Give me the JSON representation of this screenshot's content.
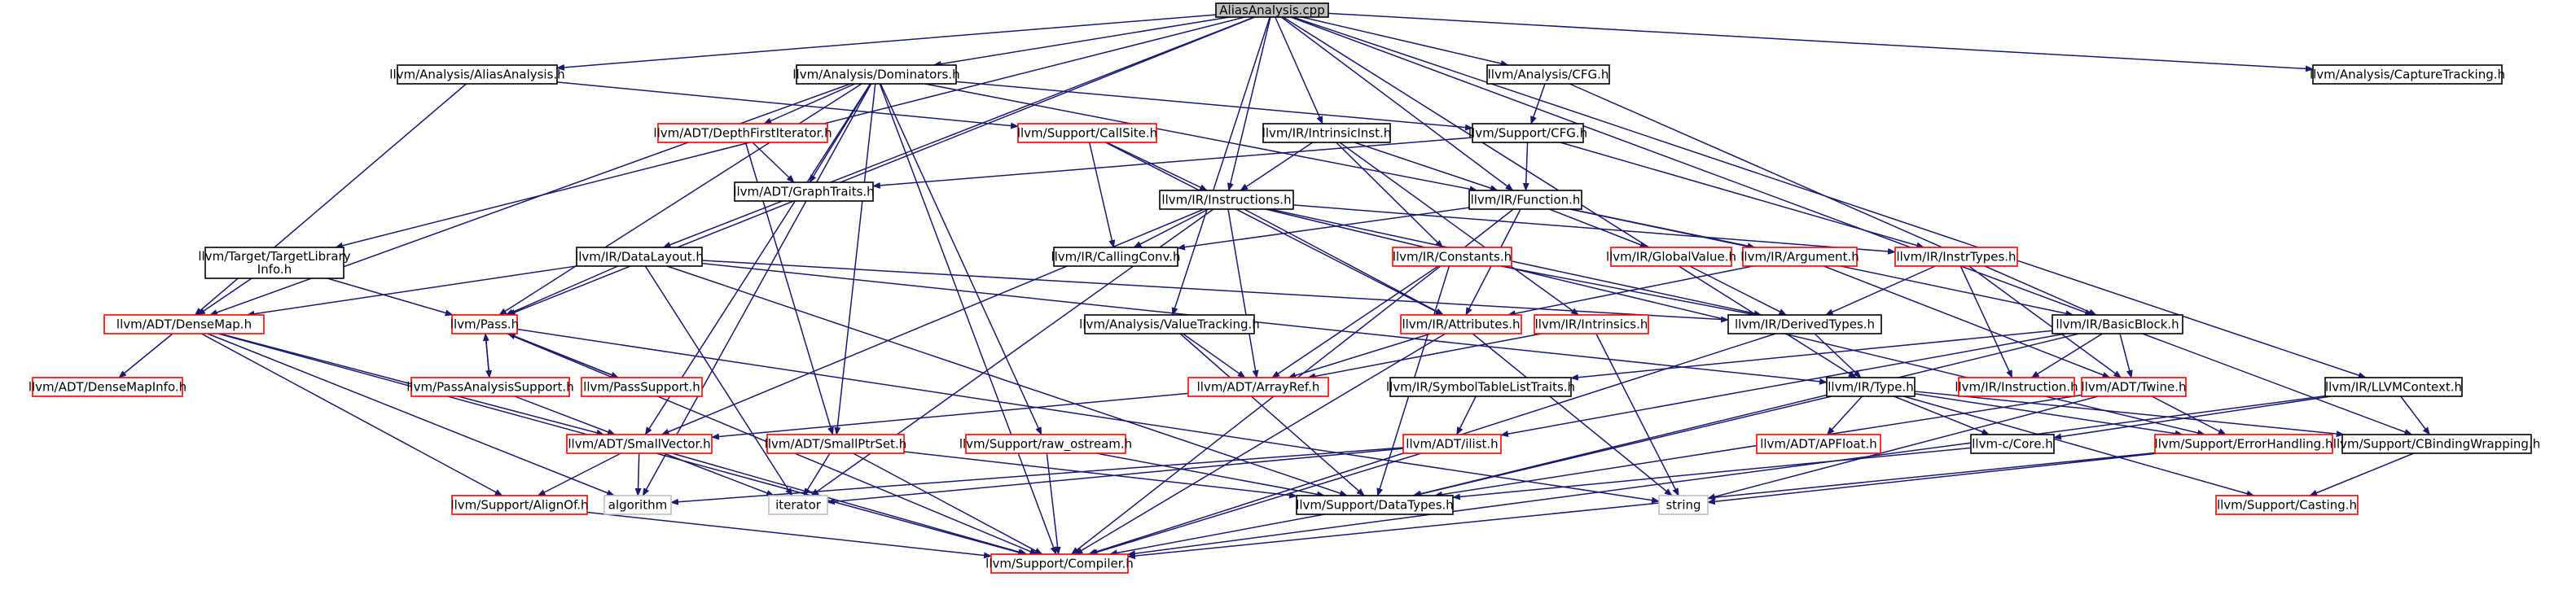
{
  "colors": {
    "edge": "#191970",
    "node_black": "#000000",
    "node_red": "#ff0000",
    "node_gray": "#bfbfbf",
    "root_fill": "#bfbfbf",
    "background": "#ffffff"
  },
  "nodes": [
    {
      "id": "root",
      "label": "AliasAnalysis.cpp",
      "style": "root"
    },
    {
      "id": "aa_h",
      "label": "llvm/Analysis/AliasAnalysis.h",
      "style": "black"
    },
    {
      "id": "dom",
      "label": "llvm/Analysis/Dominators.h",
      "style": "black"
    },
    {
      "id": "cfg_a",
      "label": "llvm/Analysis/CFG.h",
      "style": "black"
    },
    {
      "id": "capt",
      "label": "llvm/Analysis/CaptureTracking.h",
      "style": "black"
    },
    {
      "id": "dfi",
      "label": "llvm/ADT/DepthFirstIterator.h",
      "style": "red"
    },
    {
      "id": "callsite",
      "label": "llvm/Support/CallSite.h",
      "style": "red"
    },
    {
      "id": "intrinst",
      "label": "llvm/IR/IntrinsicInst.h",
      "style": "black"
    },
    {
      "id": "cfg_s",
      "label": "llvm/Support/CFG.h",
      "style": "black"
    },
    {
      "id": "graphtr",
      "label": "llvm/ADT/GraphTraits.h",
      "style": "black"
    },
    {
      "id": "instr",
      "label": "llvm/IR/Instructions.h",
      "style": "black"
    },
    {
      "id": "function",
      "label": "llvm/IR/Function.h",
      "style": "black"
    },
    {
      "id": "tli",
      "label": "llvm/Target/TargetLibrary\nInfo.h",
      "style": "black"
    },
    {
      "id": "datalayout",
      "label": "llvm/IR/DataLayout.h",
      "style": "black"
    },
    {
      "id": "callconv",
      "label": "llvm/IR/CallingConv.h",
      "style": "black"
    },
    {
      "id": "constants",
      "label": "llvm/IR/Constants.h",
      "style": "red"
    },
    {
      "id": "globalval",
      "label": "llvm/IR/GlobalValue.h",
      "style": "red"
    },
    {
      "id": "argument",
      "label": "llvm/IR/Argument.h",
      "style": "red"
    },
    {
      "id": "instrtypes",
      "label": "llvm/IR/InstrTypes.h",
      "style": "red"
    },
    {
      "id": "densemap",
      "label": "llvm/ADT/DenseMap.h",
      "style": "red"
    },
    {
      "id": "pass",
      "label": "llvm/Pass.h",
      "style": "red"
    },
    {
      "id": "valuetrack",
      "label": "llvm/Analysis/ValueTracking.h",
      "style": "black"
    },
    {
      "id": "attributes",
      "label": "llvm/IR/Attributes.h",
      "style": "red"
    },
    {
      "id": "intrinsics",
      "label": "llvm/IR/Intrinsics.h",
      "style": "red"
    },
    {
      "id": "derived",
      "label": "llvm/IR/DerivedTypes.h",
      "style": "black"
    },
    {
      "id": "basicblock",
      "label": "llvm/IR/BasicBlock.h",
      "style": "black"
    },
    {
      "id": "densemapinfo",
      "label": "llvm/ADT/DenseMapInfo.h",
      "style": "red"
    },
    {
      "id": "pas",
      "label": "llvm/PassAnalysisSupport.h",
      "style": "red"
    },
    {
      "id": "passsupport",
      "label": "llvm/PassSupport.h",
      "style": "red"
    },
    {
      "id": "arrayref",
      "label": "llvm/ADT/ArrayRef.h",
      "style": "red"
    },
    {
      "id": "symtab",
      "label": "llvm/IR/SymbolTableListTraits.h",
      "style": "black"
    },
    {
      "id": "type",
      "label": "llvm/IR/Type.h",
      "style": "black"
    },
    {
      "id": "instruction",
      "label": "llvm/IR/Instruction.h",
      "style": "red"
    },
    {
      "id": "twine",
      "label": "llvm/ADT/Twine.h",
      "style": "red"
    },
    {
      "id": "llvmctx",
      "label": "llvm/IR/LLVMContext.h",
      "style": "black"
    },
    {
      "id": "smallvec",
      "label": "llvm/ADT/SmallVector.h",
      "style": "red"
    },
    {
      "id": "smallptr",
      "label": "llvm/ADT/SmallPtrSet.h",
      "style": "red"
    },
    {
      "id": "rawos",
      "label": "llvm/Support/raw_ostream.h",
      "style": "red"
    },
    {
      "id": "ilist",
      "label": "llvm/ADT/ilist.h",
      "style": "red"
    },
    {
      "id": "apfloat",
      "label": "llvm/ADT/APFloat.h",
      "style": "red"
    },
    {
      "id": "ccore",
      "label": "llvm-c/Core.h",
      "style": "black"
    },
    {
      "id": "errhand",
      "label": "llvm/Support/ErrorHandling.h",
      "style": "red"
    },
    {
      "id": "cbind",
      "label": "llvm/Support/CBindingWrapping.h",
      "style": "black"
    },
    {
      "id": "alignof",
      "label": "llvm/Support/AlignOf.h",
      "style": "red"
    },
    {
      "id": "algorithm",
      "label": "algorithm",
      "style": "gray"
    },
    {
      "id": "iterator",
      "label": "iterator",
      "style": "gray"
    },
    {
      "id": "datatypes",
      "label": "llvm/Support/DataTypes.h",
      "style": "black"
    },
    {
      "id": "string",
      "label": "string",
      "style": "gray"
    },
    {
      "id": "casting",
      "label": "llvm/Support/Casting.h",
      "style": "red"
    },
    {
      "id": "compiler",
      "label": "llvm/Support/Compiler.h",
      "style": "red"
    }
  ],
  "edges": [
    [
      "root",
      "aa_h"
    ],
    [
      "root",
      "dom"
    ],
    [
      "root",
      "cfg_a"
    ],
    [
      "root",
      "capt"
    ],
    [
      "root",
      "intrinst"
    ],
    [
      "root",
      "instr"
    ],
    [
      "root",
      "function"
    ],
    [
      "root",
      "tli"
    ],
    [
      "root",
      "datalayout"
    ],
    [
      "root",
      "pass"
    ],
    [
      "root",
      "valuetrack"
    ],
    [
      "root",
      "basicblock"
    ],
    [
      "root",
      "type"
    ],
    [
      "root",
      "llvmctx"
    ],
    [
      "aa_h",
      "callsite"
    ],
    [
      "aa_h",
      "densemap"
    ],
    [
      "dom",
      "dfi"
    ],
    [
      "dom",
      "graphtr"
    ],
    [
      "dom",
      "cfg_s"
    ],
    [
      "dom",
      "function"
    ],
    [
      "dom",
      "pass"
    ],
    [
      "dom",
      "densemap"
    ],
    [
      "dom",
      "smallvec"
    ],
    [
      "dom",
      "smallptr"
    ],
    [
      "dom",
      "rawos"
    ],
    [
      "dom",
      "compiler"
    ],
    [
      "dom",
      "algorithm"
    ],
    [
      "cfg_a",
      "cfg_s"
    ],
    [
      "cfg_a",
      "basicblock"
    ],
    [
      "dfi",
      "graphtr"
    ],
    [
      "dfi",
      "smallptr"
    ],
    [
      "callsite",
      "instr"
    ],
    [
      "callsite",
      "callconv"
    ],
    [
      "callsite",
      "attributes"
    ],
    [
      "intrinst",
      "instr"
    ],
    [
      "intrinst",
      "function"
    ],
    [
      "intrinst",
      "constants"
    ],
    [
      "intrinst",
      "intrinsics"
    ],
    [
      "cfg_s",
      "function"
    ],
    [
      "cfg_s",
      "graphtr"
    ],
    [
      "cfg_s",
      "instrtypes"
    ],
    [
      "instr",
      "callconv"
    ],
    [
      "instr",
      "instrtypes"
    ],
    [
      "instr",
      "derived"
    ],
    [
      "instr",
      "attributes"
    ],
    [
      "instr",
      "arrayref"
    ],
    [
      "instr",
      "smallvec"
    ],
    [
      "instr",
      "errhand"
    ],
    [
      "instr",
      "iterator"
    ],
    [
      "function",
      "callconv"
    ],
    [
      "function",
      "globalval"
    ],
    [
      "function",
      "argument"
    ],
    [
      "function",
      "basicblock"
    ],
    [
      "function",
      "attributes"
    ],
    [
      "function",
      "compiler"
    ],
    [
      "tli",
      "densemap"
    ],
    [
      "tli",
      "pass"
    ],
    [
      "datalayout",
      "densemap"
    ],
    [
      "datalayout",
      "pass"
    ],
    [
      "datalayout",
      "derived"
    ],
    [
      "datalayout",
      "type"
    ],
    [
      "datalayout",
      "datatypes"
    ],
    [
      "datalayout",
      "iterator"
    ],
    [
      "constants",
      "derived"
    ],
    [
      "constants",
      "arrayref"
    ],
    [
      "constants",
      "datatypes"
    ],
    [
      "globalval",
      "derived"
    ],
    [
      "argument",
      "attributes"
    ],
    [
      "argument",
      "twine"
    ],
    [
      "instrtypes",
      "derived"
    ],
    [
      "instrtypes",
      "instruction"
    ],
    [
      "instrtypes",
      "twine"
    ],
    [
      "densemap",
      "densemapinfo"
    ],
    [
      "densemap",
      "smallvec"
    ],
    [
      "densemap",
      "alignof"
    ],
    [
      "densemap",
      "algorithm"
    ],
    [
      "densemap",
      "compiler"
    ],
    [
      "pass",
      "pas"
    ],
    [
      "pass",
      "passsupport"
    ],
    [
      "pass",
      "string"
    ],
    [
      "pass",
      "compiler"
    ],
    [
      "pas",
      "pass"
    ],
    [
      "pas",
      "smallvec"
    ],
    [
      "passsupport",
      "pass"
    ],
    [
      "valuetrack",
      "arrayref"
    ],
    [
      "valuetrack",
      "datatypes"
    ],
    [
      "attributes",
      "arrayref"
    ],
    [
      "attributes",
      "string"
    ],
    [
      "attributes",
      "compiler"
    ],
    [
      "intrinsics",
      "arrayref"
    ],
    [
      "intrinsics",
      "string"
    ],
    [
      "derived",
      "type"
    ],
    [
      "derived",
      "compiler"
    ],
    [
      "basicblock",
      "instruction"
    ],
    [
      "basicblock",
      "twine"
    ],
    [
      "basicblock",
      "symtab"
    ],
    [
      "basicblock",
      "ilist"
    ],
    [
      "basicblock",
      "cbind"
    ],
    [
      "basicblock",
      "datatypes"
    ],
    [
      "arrayref",
      "smallvec"
    ],
    [
      "symtab",
      "ilist"
    ],
    [
      "type",
      "apfloat"
    ],
    [
      "type",
      "ccore"
    ],
    [
      "type",
      "errhand"
    ],
    [
      "type",
      "casting"
    ],
    [
      "type",
      "cbind"
    ],
    [
      "type",
      "datatypes"
    ],
    [
      "twine",
      "errhand"
    ],
    [
      "twine",
      "datatypes"
    ],
    [
      "twine",
      "string"
    ],
    [
      "llvmctx",
      "ccore"
    ],
    [
      "llvmctx",
      "cbind"
    ],
    [
      "llvmctx",
      "compiler"
    ],
    [
      "smallvec",
      "alignof"
    ],
    [
      "smallvec",
      "algorithm"
    ],
    [
      "smallvec",
      "iterator"
    ],
    [
      "smallvec",
      "compiler"
    ],
    [
      "smallptr",
      "iterator"
    ],
    [
      "smallptr",
      "datatypes"
    ],
    [
      "smallptr",
      "compiler"
    ],
    [
      "rawos",
      "datatypes"
    ],
    [
      "rawos",
      "compiler"
    ],
    [
      "ilist",
      "iterator"
    ],
    [
      "ilist",
      "algorithm"
    ],
    [
      "ilist",
      "compiler"
    ],
    [
      "ccore",
      "datatypes"
    ],
    [
      "errhand",
      "string"
    ],
    [
      "errhand",
      "compiler"
    ],
    [
      "cbind",
      "casting"
    ],
    [
      "alignof",
      "compiler"
    ],
    [
      "datatypes",
      "compiler"
    ]
  ]
}
